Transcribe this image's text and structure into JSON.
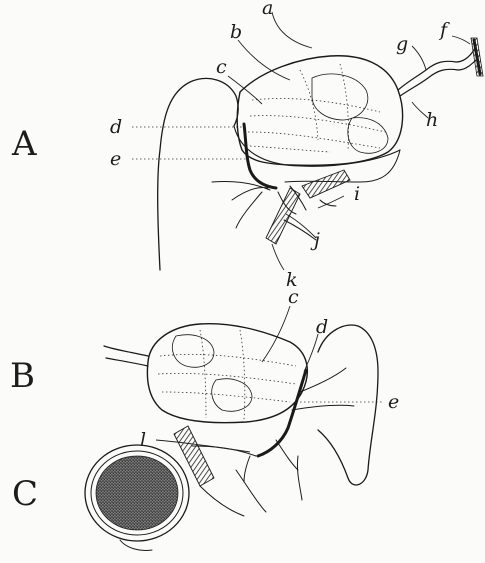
{
  "panels": {
    "A": "A",
    "B": "B",
    "C": "C"
  },
  "labels_a": {
    "a": "a",
    "b": "b",
    "c": "c",
    "d": "d",
    "e": "e",
    "f": "f",
    "g": "g",
    "h": "h",
    "i": "i",
    "j": "j",
    "k": "k"
  },
  "labels_b": {
    "c": "c",
    "d": "d",
    "e": "e",
    "l": "l"
  },
  "colors": {
    "ink": "#1a1a1a",
    "paper": "#fbfbf9"
  }
}
